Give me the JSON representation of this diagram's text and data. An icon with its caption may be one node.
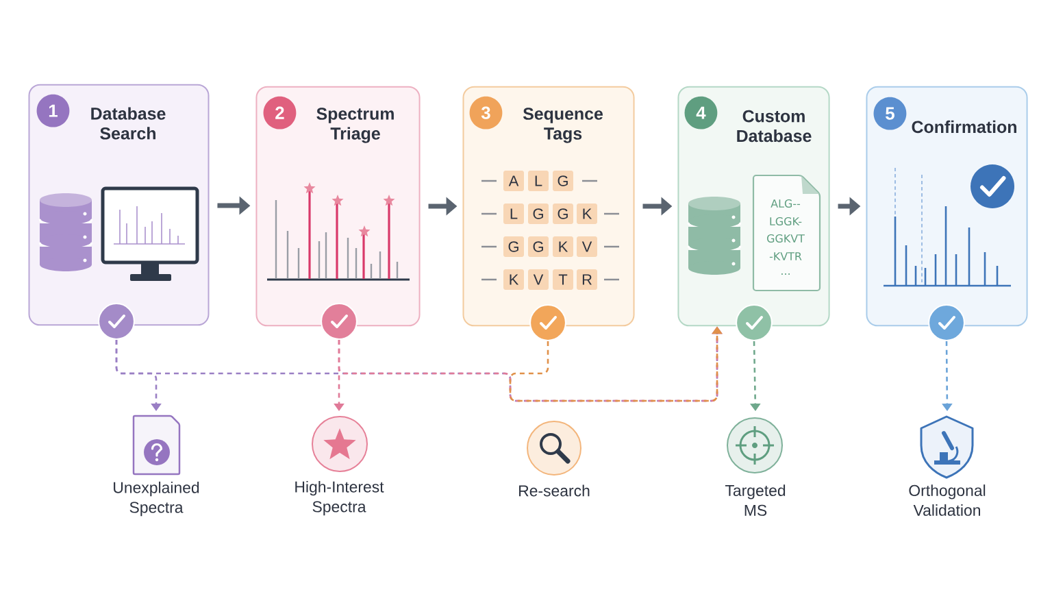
{
  "diagram": {
    "nodes": [
      {
        "text": [
          "Database Search"
        ]
      },
      {
        "text": [
          "1"
        ],
        "in": 0
      },
      {
        "text": [
          "Spectrum Triage"
        ]
      },
      {
        "text": [
          "2"
        ],
        "in": 2
      },
      {
        "text": [
          "Sequence Tags"
        ]
      },
      {
        "text": [
          "3"
        ],
        "in": 4
      },
      {
        "text": [
          "Custom Database"
        ]
      },
      {
        "text": [
          "4"
        ],
        "in": 6
      },
      {
        "text": [
          "Confirmation"
        ]
      },
      {
        "text": [
          "5"
        ],
        "in": 8
      },
      {
        "text": [],
        "shape": "circle"
      },
      {
        "text": [],
        "shape": "circle"
      },
      {
        "text": [],
        "shape": "circle"
      },
      {
        "text": [],
        "shape": "circle"
      },
      {
        "text": [],
        "shape": "circle"
      },
      {
        "text": [
          "Unexplained Spectra"
        ]
      },
      {
        "text": [
          "High-Interest Spectra"
        ]
      },
      {
        "text": [
          "Re-search"
        ]
      },
      {
        "text": [
          "Targeted MS"
        ]
      },
      {
        "text": [
          "Orthogonal Validation"
        ]
      }
    ],
    "edges": [
      {
        "from": 0,
        "to": 2,
        "arrow": "to",
        "style": "thick",
        "color": "#5a6470"
      },
      {
        "from": 2,
        "to": 4,
        "arrow": "to",
        "style": "thick",
        "color": "#5a6470"
      },
      {
        "from": 4,
        "to": 6,
        "arrow": "to",
        "style": "thick",
        "color": "#5a6470"
      },
      {
        "from": 6,
        "to": 8,
        "arrow": "to",
        "style": "thick",
        "color": "#5a6470"
      },
      {
        "from": 10,
        "to": 15,
        "arrow": "to",
        "style": "dashed",
        "color": "#9a7fc4"
      },
      {
        "from": 11,
        "to": 16,
        "arrow": "to",
        "style": "dashed",
        "color": "#e07a98"
      },
      {
        "from": 10,
        "to": 6,
        "arrow": "to",
        "style": "dashed",
        "color": "#9a7fc4"
      },
      {
        "from": 11,
        "to": 6,
        "arrow": "to",
        "style": "dashed",
        "color": "#e07a98"
      },
      {
        "from": 12,
        "to": 6,
        "arrow": "to",
        "style": "dashed",
        "color": "#e0914a"
      },
      {
        "from": 13,
        "to": 18,
        "arrow": "to",
        "style": "dashed",
        "color": "#6fa88c"
      },
      {
        "from": 14,
        "to": 19,
        "arrow": "to",
        "style": "dashed",
        "color": "#6aa3d8"
      }
    ],
    "labels": [
      "A",
      "L",
      "G",
      "L",
      "G",
      "G",
      "K",
      "G",
      "G",
      "K",
      "V",
      "K",
      "V",
      "T",
      "R",
      "ALG--",
      "LGGK-",
      "GGKVT",
      "-KVTR",
      "..."
    ]
  }
}
